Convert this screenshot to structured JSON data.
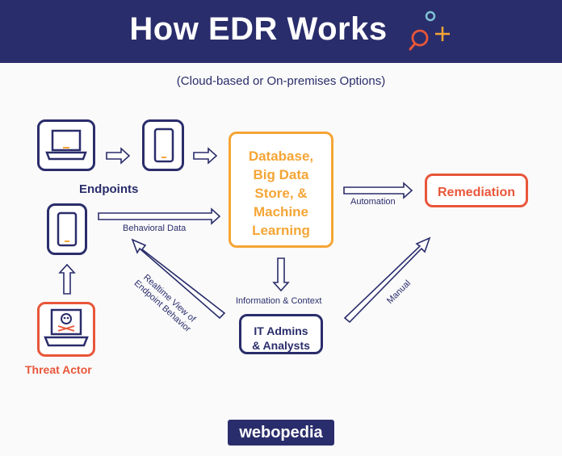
{
  "header": {
    "title": "How EDR Works"
  },
  "subtitle": "(Cloud-based or On-premises Options)",
  "nodes": {
    "endpoints": "Endpoints",
    "database": "Database,\nBig Data\nStore, &\nMachine\nLearning",
    "remediation": "Remediation",
    "it_admins": "IT Admins\n& Analysts",
    "threat_actor": "Threat Actor"
  },
  "arrows": {
    "behavioral_data": "Behavioral Data",
    "automation": "Automation",
    "information_context": "Information & Context",
    "realtime_view": "Realtime View of Endpoint Behavior",
    "manual": "Manual"
  },
  "logo": "webopedia",
  "colors": {
    "navy": "#2a2d6b",
    "orange": "#f5a535",
    "red": "#e8563a"
  },
  "icons": [
    "magnifier-plus-icon",
    "laptop-icon",
    "phone-icon",
    "skull-laptop-icon"
  ]
}
